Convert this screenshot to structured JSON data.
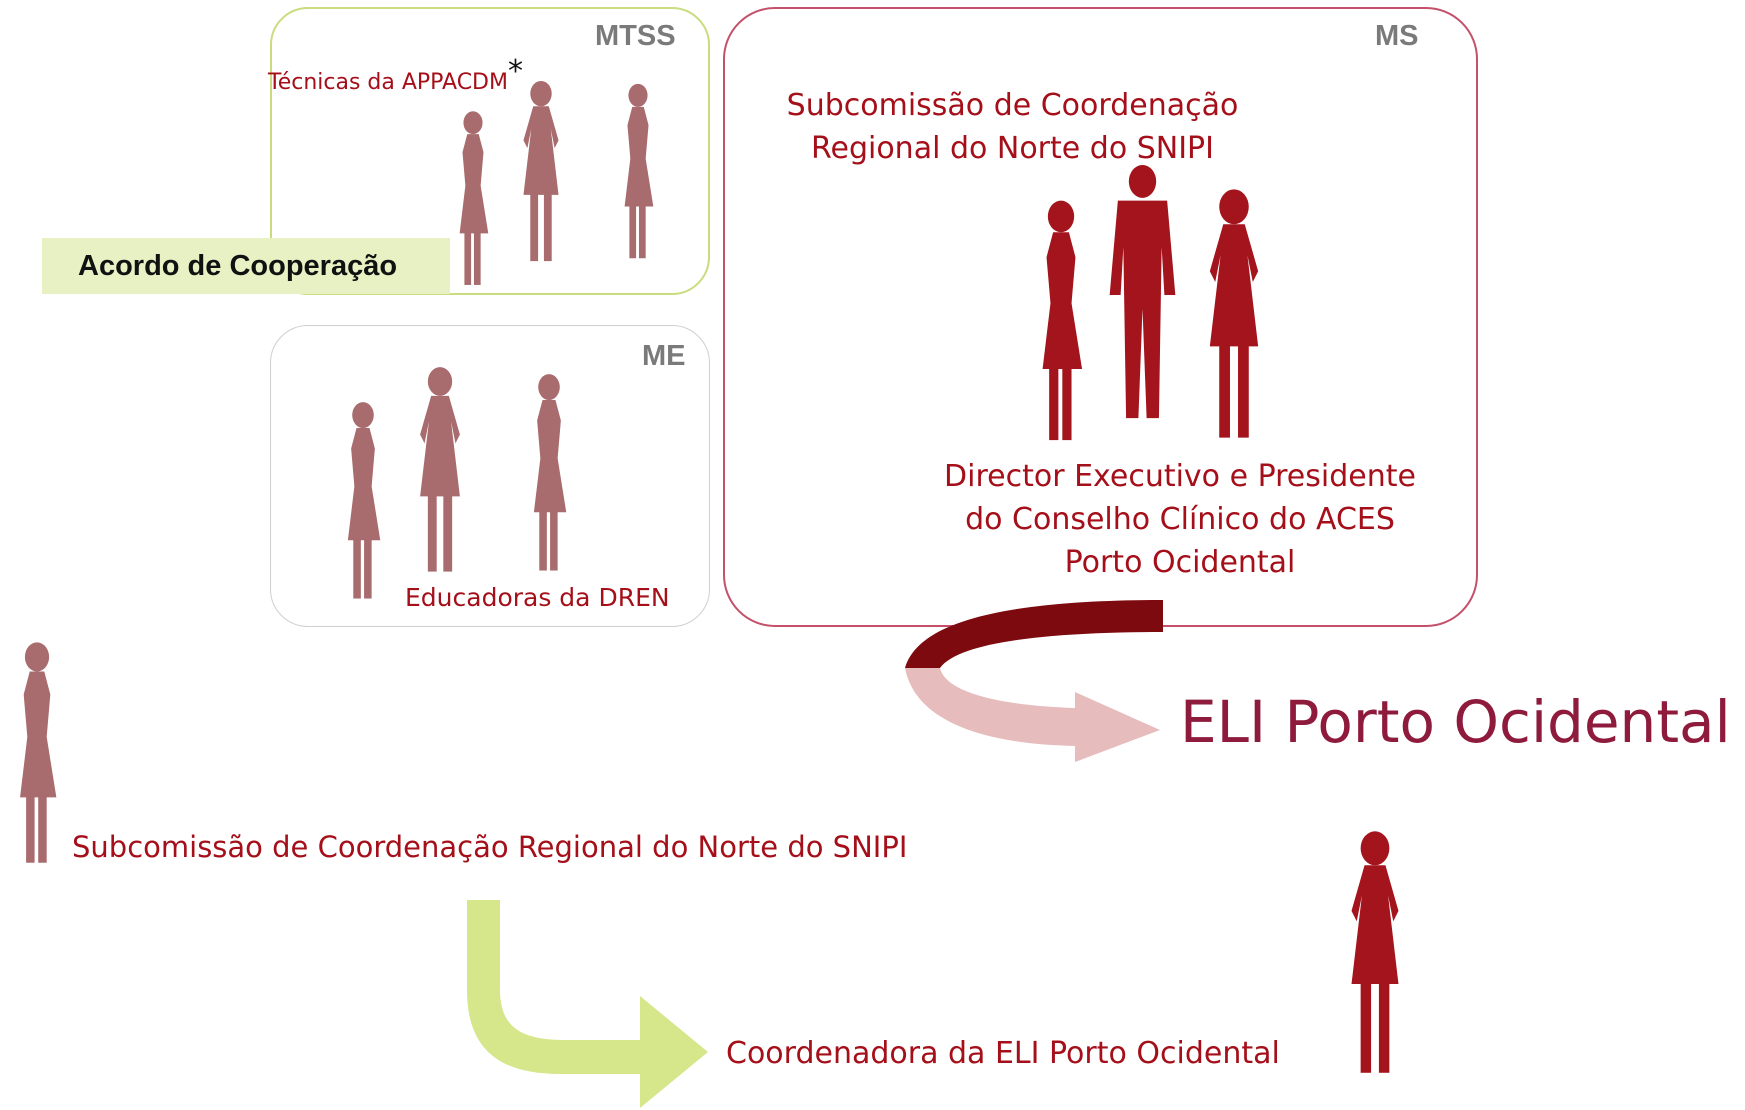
{
  "groups": {
    "mtss": {
      "label": "MTSS",
      "members": "Técnicas da APPACDM",
      "asterisk": "*"
    },
    "me": {
      "label": "ME",
      "members": "Educadoras da DREN"
    },
    "ms": {
      "label": "MS",
      "subcommission": [
        "Subcomissão de Coordenação",
        "Regional do Norte do SNIPI"
      ],
      "director": [
        "Director Executivo e Presidente",
        "do Conselho Clínico do ACES",
        "Porto Ocidental"
      ]
    }
  },
  "agreement": "Acordo de Cooperação",
  "eli_title": "ELI Porto Ocidental",
  "subcommission_full": "Subcomissão de Coordenação Regional do Norte do SNIPI",
  "coordinator": "Coordenadora da ELI Porto Ocidental",
  "colors": {
    "mtss_border": "#c9dc7e",
    "ms_border": "#c4506a",
    "text_red": "#a50f19",
    "eli_title": "#8e1a3c",
    "figure_muted": "#a86b6e",
    "figure_strong": "#a3141c",
    "arrow_dark": "#7c0a0e",
    "arrow_light": "#e6bcbc",
    "arrow_green": "#d6e68a"
  }
}
